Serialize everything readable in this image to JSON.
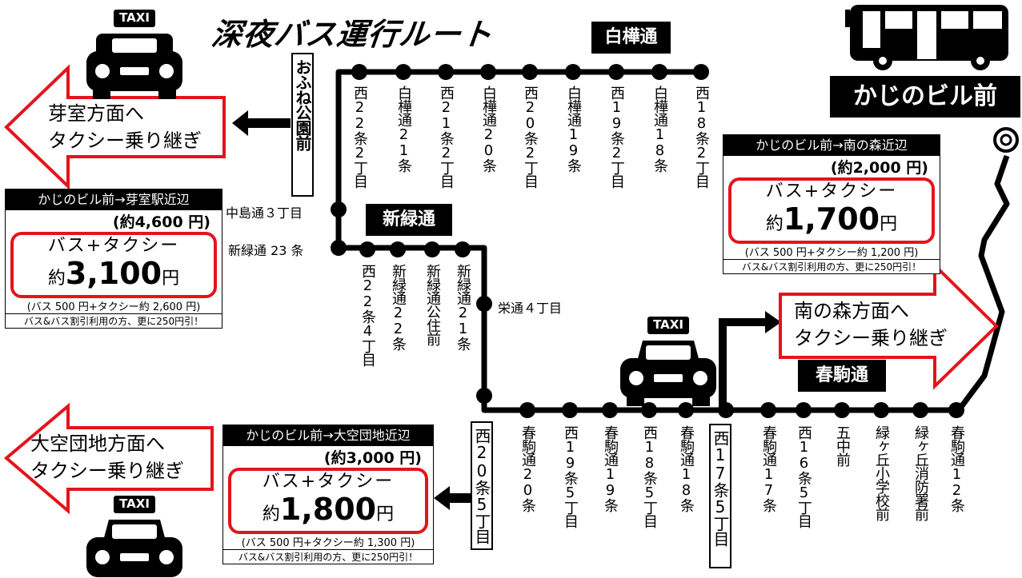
{
  "title": "深夜バス運行ルート",
  "streets": {
    "shirakaba": "白樺通",
    "shinryoku": "新緑通",
    "harukoma": "春駒通"
  },
  "destination": {
    "label": "かじのビル前"
  },
  "taxi_sign": "TAXI",
  "stops_top": [
    "西22条2丁目",
    "白樺通21条",
    "西21条2丁目",
    "白樺通20条",
    "西20条2丁目",
    "白樺通19条",
    "西19条2丁目",
    "白樺通18条",
    "西18条2丁目"
  ],
  "stop_ofune": "おふね公園前",
  "stop_nakajima": "中島通３丁目",
  "stop_shinryoku23": "新緑通 23 条",
  "stops_mid": [
    "西22条4丁目",
    "新緑通22条",
    "新緑通公住前",
    "新緑通21条"
  ],
  "stop_sakae": "栄通４丁目",
  "stop_w20": "西20条5丁目",
  "stops_bottom_a": [
    "春駒通20条",
    "西19条5丁目",
    "春駒通19条",
    "西18条5丁目",
    "春駒通18条"
  ],
  "stop_w17": "西17条5丁目",
  "stops_bottom_b": [
    "春駒通17条",
    "西16条5丁目",
    "五中前",
    "緑ヶ丘小学校前",
    "緑ヶ丘消防署前",
    "春駒通12条"
  ],
  "arrows": {
    "memuro": [
      "芽室方面へ",
      "タクシー乗り継ぎ"
    ],
    "minaminomori": [
      "南の森方面へ",
      "タクシー乗り継ぎ"
    ],
    "oozora": [
      "大空団地方面へ",
      "タクシー乗り継ぎ"
    ]
  },
  "fares": {
    "memuro": {
      "route": "かじのビル前→芽室駅近辺",
      "approx": "(約4,600 円)",
      "combo": "バス+タクシー",
      "prefix": "約",
      "amount": "3,100",
      "unit": "円",
      "breakdown": "(バス 500 円+タクシー約 2,600 円)",
      "discount": "バス&バス割引利用の方、更に250円引！"
    },
    "minaminomori": {
      "route": "かじのビル前→南の森近辺",
      "approx": "(約2,000 円)",
      "combo": "バス+タクシー",
      "prefix": "約",
      "amount": "1,700",
      "unit": "円",
      "breakdown": "(バス 500 円+タクシー約 1,200 円)",
      "discount": "バス&バス割引利用の方、更に250円引！"
    },
    "oozora": {
      "route": "かじのビル前→大空団地近辺",
      "approx": "(約3,000 円)",
      "combo": "バス+タクシー",
      "prefix": "約",
      "amount": "1,800",
      "unit": "円",
      "breakdown": "(バス 500 円+タクシー約 1,300 円)",
      "discount": "バス&バス割引利用の方、更に250円引！"
    }
  }
}
